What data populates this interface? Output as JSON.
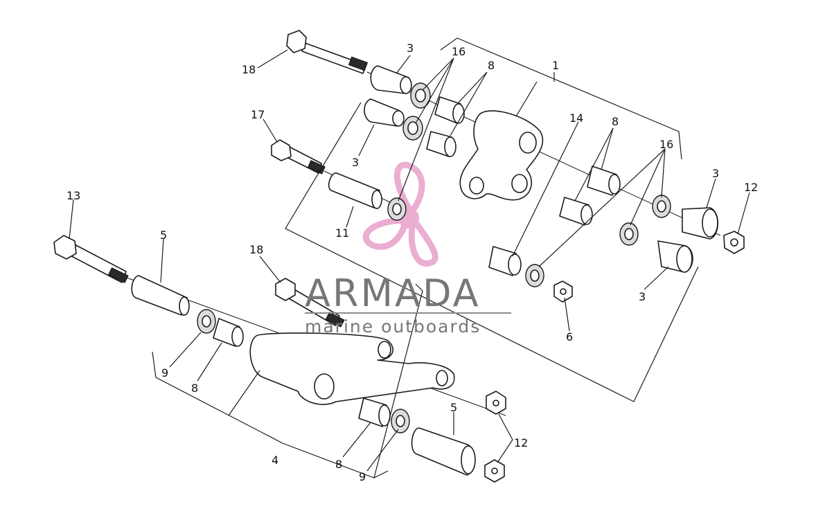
{
  "watermark": {
    "brand": "ARMADA",
    "tagline": "marine outboards",
    "logo_icon": "propeller-logo-icon",
    "logo_color": "#e9a6cf",
    "text_color": "#777777"
  },
  "callouts": {
    "c1": "1",
    "c3a": "3",
    "c3b": "3",
    "c3c": "3",
    "c3d": "3",
    "c4": "4",
    "c5a": "5",
    "c5b": "5",
    "c6": "6",
    "c8a": "8",
    "c8b": "8",
    "c8c": "8",
    "c8d": "8",
    "c9a": "9",
    "c9b": "9",
    "c11": "11",
    "c12a": "12",
    "c12b": "12",
    "c13": "13",
    "c14": "14",
    "c16a": "16",
    "c16b": "16",
    "c17": "17",
    "c18a": "18",
    "c18b": "18"
  }
}
